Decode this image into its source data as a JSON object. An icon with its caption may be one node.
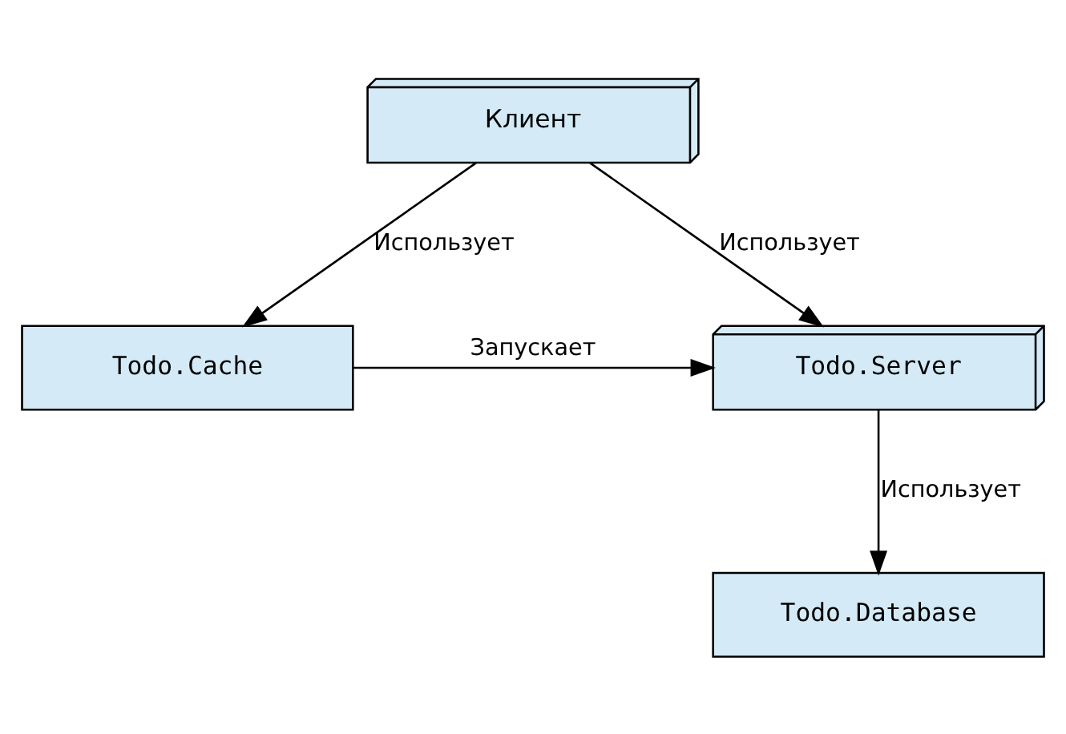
{
  "diagram": {
    "nodes": [
      {
        "text": [
          "Клиент"
        ]
      },
      {
        "text": [
          "Todo.Cache"
        ]
      },
      {
        "text": [
          "Todo.Server"
        ]
      },
      {
        "text": [
          "Todo.Database"
        ]
      }
    ],
    "edges": [
      {
        "from": 0,
        "to": 1,
        "arrow": "to",
        "label": "Использует"
      },
      {
        "from": 0,
        "to": 2,
        "arrow": "to",
        "label": "Использует"
      },
      {
        "from": 1,
        "to": 2,
        "arrow": "to",
        "label": "Запускает"
      },
      {
        "from": 2,
        "to": 3,
        "arrow": "to",
        "label": "Использует"
      }
    ]
  }
}
